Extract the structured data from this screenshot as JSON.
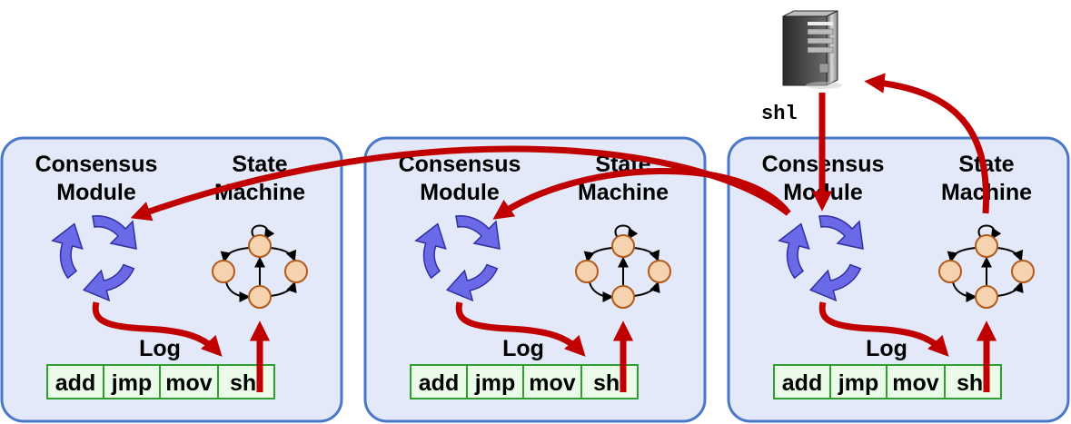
{
  "servers": [
    {
      "consensus_label": [
        "Consensus",
        "Module"
      ],
      "state_label": [
        "State",
        "Machine"
      ],
      "log_label": "Log",
      "log_entries": [
        "add",
        "jmp",
        "mov",
        "shl"
      ]
    },
    {
      "consensus_label": [
        "Consensus",
        "Module"
      ],
      "state_label": [
        "State",
        "Machine"
      ],
      "log_label": "Log",
      "log_entries": [
        "add",
        "jmp",
        "mov",
        "shl"
      ]
    },
    {
      "consensus_label": [
        "Consensus",
        "Module"
      ],
      "state_label": [
        "State",
        "Machine"
      ],
      "log_label": "Log",
      "log_entries": [
        "add",
        "jmp",
        "mov",
        "shl"
      ]
    }
  ],
  "client": {
    "icon": "server-tower-icon",
    "command": "shl"
  },
  "colors": {
    "server_fill": "#e3e9f8",
    "server_border": "#4a78c8",
    "arrow": "#c00000",
    "consensus_icon": "#6a6ae8",
    "consensus_icon_stroke": "#3030a0",
    "state_node_fill": "#f6d3ae",
    "state_node_stroke": "#b05a1e",
    "log_cell_fill": "#eafbe8",
    "log_cell_stroke": "#2fa02f"
  }
}
